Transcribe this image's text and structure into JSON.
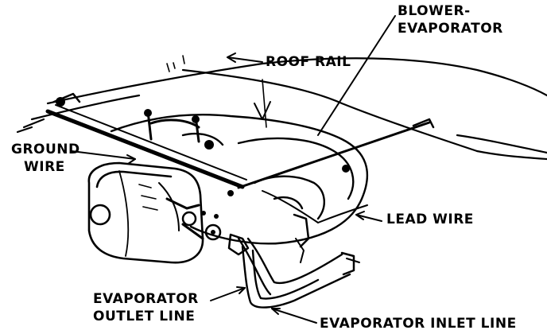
{
  "diagram": {
    "labels": {
      "blower_line1": "BLOWER-",
      "blower_line2": "EVAPORATOR",
      "roof_rail": "ROOF RAIL",
      "ground_line1": "GROUND",
      "ground_line2": "WIRE",
      "lead_wire": "LEAD WIRE",
      "outlet_line1": "EVAPORATOR",
      "outlet_line2": "OUTLET LINE",
      "inlet_line": "EVAPORATOR INLET LINE"
    },
    "colors": {
      "ink": "#000000",
      "paper": "#ffffff"
    }
  }
}
